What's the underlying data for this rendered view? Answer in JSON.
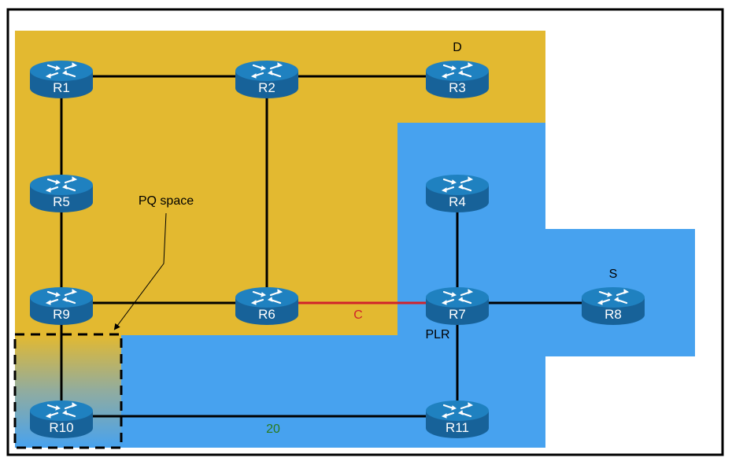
{
  "colors": {
    "p_space": "#e3b930",
    "q_space": "#47a2ef",
    "link": "#000000",
    "protected_link": "#d0222a",
    "cost_label": "#2a7a1a",
    "router_top": "#1f81c0",
    "router_body": "#176299",
    "border": "#000000"
  },
  "routers": [
    {
      "id": "R1",
      "label": "R1"
    },
    {
      "id": "R2",
      "label": "R2"
    },
    {
      "id": "R3",
      "label": "R3"
    },
    {
      "id": "R4",
      "label": "R4"
    },
    {
      "id": "R5",
      "label": "R5"
    },
    {
      "id": "R6",
      "label": "R6"
    },
    {
      "id": "R7",
      "label": "R7"
    },
    {
      "id": "R8",
      "label": "R8"
    },
    {
      "id": "R9",
      "label": "R9"
    },
    {
      "id": "R10",
      "label": "R10"
    },
    {
      "id": "R11",
      "label": "R11"
    }
  ],
  "links": [
    {
      "from": "R1",
      "to": "R2",
      "type": "normal"
    },
    {
      "from": "R2",
      "to": "R3",
      "type": "normal"
    },
    {
      "from": "R1",
      "to": "R5",
      "type": "normal"
    },
    {
      "from": "R5",
      "to": "R9",
      "type": "normal"
    },
    {
      "from": "R2",
      "to": "R6",
      "type": "normal"
    },
    {
      "from": "R9",
      "to": "R6",
      "type": "normal"
    },
    {
      "from": "R6",
      "to": "R7",
      "type": "protected",
      "label": "C"
    },
    {
      "from": "R4",
      "to": "R7",
      "type": "normal"
    },
    {
      "from": "R7",
      "to": "R8",
      "type": "normal"
    },
    {
      "from": "R7",
      "to": "R11",
      "type": "normal"
    },
    {
      "from": "R9",
      "to": "R10",
      "type": "normal"
    },
    {
      "from": "R10",
      "to": "R11",
      "type": "normal",
      "label": "20"
    }
  ],
  "annotations": {
    "destination": "D",
    "source": "S",
    "plr": "PLR",
    "protected_link": "C",
    "link_cost": "20",
    "pq_space": "PQ space"
  }
}
